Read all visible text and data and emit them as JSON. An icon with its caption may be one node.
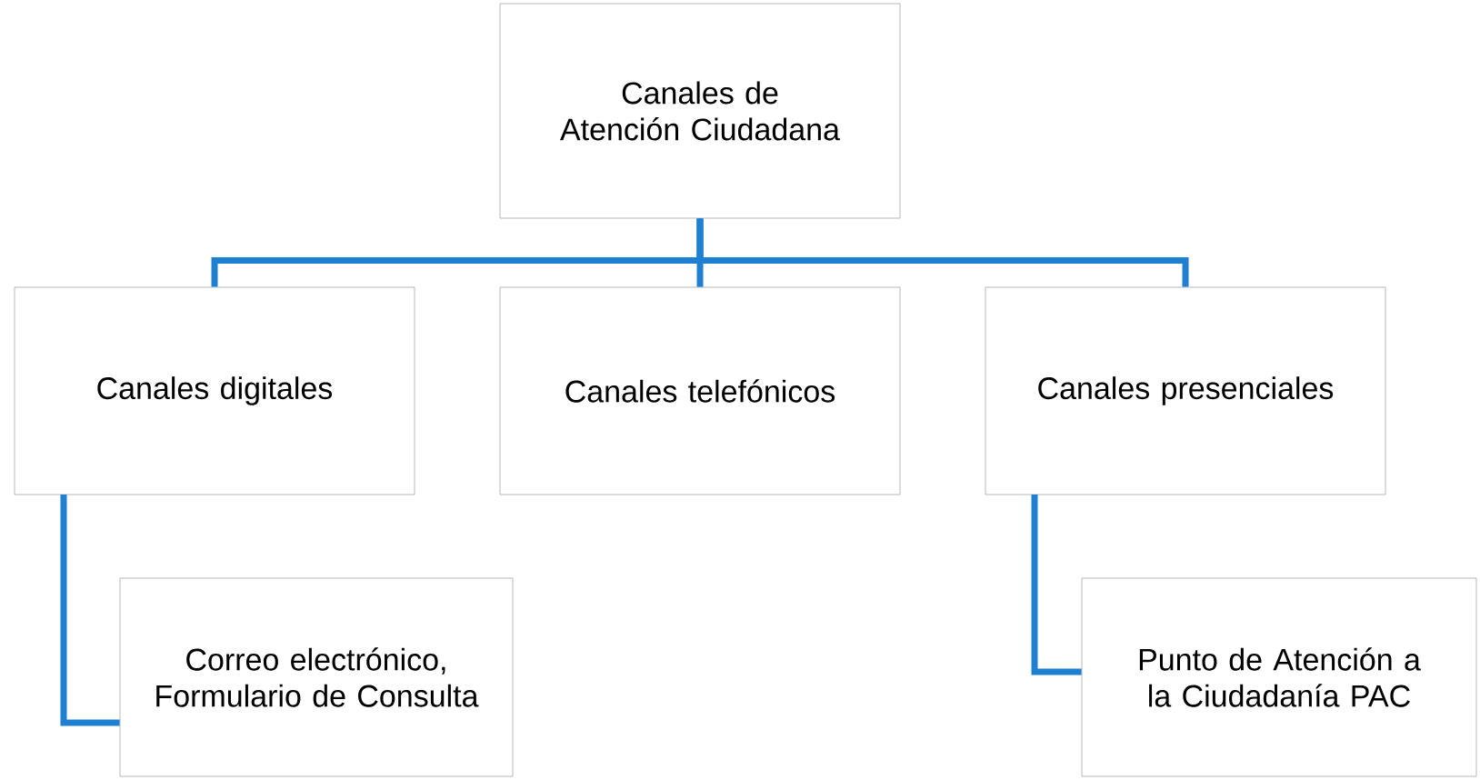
{
  "diagram": {
    "nodes": [
      {
        "text": [
          "Canales de Atención Ciudadana"
        ]
      },
      {
        "text": [
          "Canales digitales"
        ]
      },
      {
        "text": [
          "Canales telefónicos"
        ]
      },
      {
        "text": [
          "Canales presenciales"
        ]
      },
      {
        "text": [
          "Correo electrónico, Formulario de Consulta"
        ]
      },
      {
        "text": [
          "Punto de Atención a la Ciudadanía PAC"
        ]
      }
    ],
    "edges": [
      {
        "from": 0,
        "to": 1,
        "arrow": "none"
      },
      {
        "from": 0,
        "to": 2,
        "arrow": "none"
      },
      {
        "from": 0,
        "to": 3,
        "arrow": "none"
      },
      {
        "from": 1,
        "to": 4,
        "arrow": "none"
      },
      {
        "from": 3,
        "to": 5,
        "arrow": "none"
      }
    ]
  }
}
